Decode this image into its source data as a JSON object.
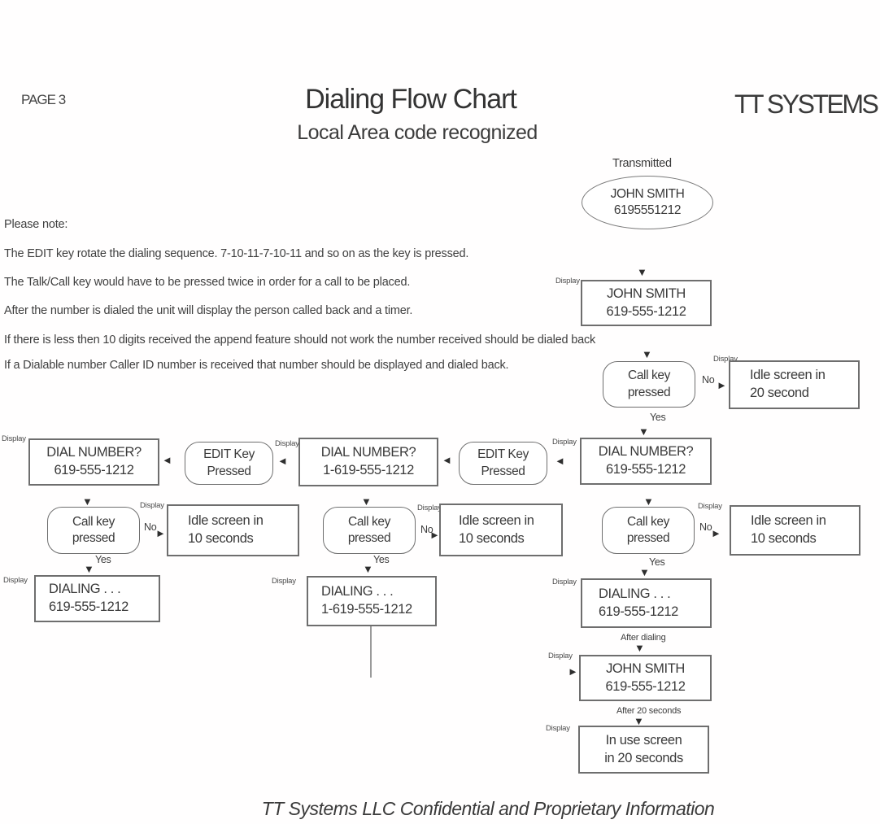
{
  "header": {
    "page_label": "PAGE 3",
    "title": "Dialing Flow Chart",
    "subtitle": "Local Area code recognized",
    "brand": "TT SYSTEMS"
  },
  "notes": {
    "heading": "Please note:",
    "lines": [
      "The EDIT key rotate the dialing sequence.  7-10-11-7-10-11 and so on as the key is pressed.",
      "The Talk/Call key would have to be pressed twice in order for a call to be placed.",
      "After the number is dialed the unit will display the person called back and a timer.",
      "If there is less then 10 digits received the append feature should not work the number received should be dialed back",
      "If a Dialable number Caller ID number is received that number should be displayed and dialed back."
    ]
  },
  "flow": {
    "labels": {
      "transmitted": "Transmitted",
      "display": "Display",
      "yes": "Yes",
      "no": "No",
      "after_dialing": "After dialing",
      "after_20_seconds": "After 20 seconds"
    },
    "ellipse": {
      "line1": "JOHN SMITH",
      "line2": "6195551212"
    },
    "nodes": {
      "display_top": {
        "line1": "JOHN SMITH",
        "line2": "619-555-1212"
      },
      "call_key": {
        "line1": "Call key",
        "line2": "pressed"
      },
      "idle_20": {
        "line1": "Idle screen in",
        "line2": "20 second"
      },
      "edit_key": {
        "line1": "EDIT Key",
        "line2": "Pressed"
      },
      "dial_local": {
        "line1": "DIAL NUMBER?",
        "line2": "619-555-1212"
      },
      "dial_long": {
        "line1": "DIAL NUMBER?",
        "line2": "1-619-555-1212"
      },
      "idle_10": {
        "line1": "Idle screen in",
        "line2": "10 seconds"
      },
      "dialing_local": {
        "line1": "DIALING . . .",
        "line2": "619-555-1212"
      },
      "dialing_long": {
        "line1": "DIALING . . .",
        "line2": "1-619-555-1212"
      },
      "redisplay": {
        "line1": "JOHN SMITH",
        "line2": "619-555-1212"
      },
      "in_use": {
        "line1": "In use screen",
        "line2": "in 20 seconds"
      }
    }
  },
  "icons": {
    "arrow_down": "▼",
    "arrow_right": "►",
    "arrow_left": "◄"
  },
  "footer": {
    "text": "TT Systems LLC Confidential and Proprietary Information"
  },
  "colors": {
    "ink": "#3a3a3a",
    "border": "#6e6e6e",
    "background": "#ffffff"
  }
}
